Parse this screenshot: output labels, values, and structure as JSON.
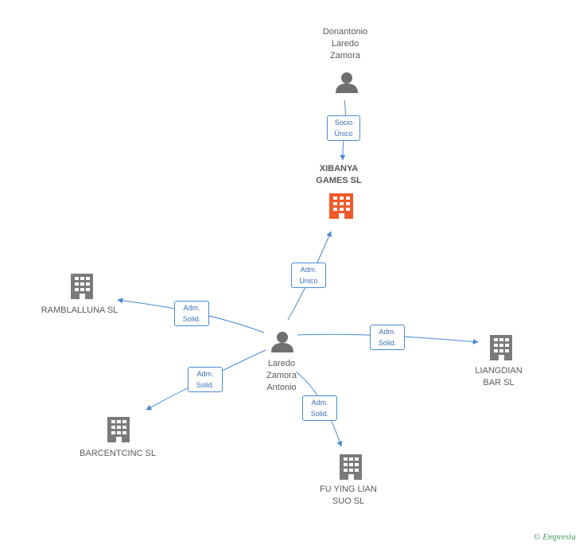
{
  "colors": {
    "edge": "#4a8ad4",
    "person": "#6f6f6f",
    "company": "#7a7a7a",
    "focus": "#f05a28",
    "brand": "#3a9a5a"
  },
  "nodes": [
    {
      "id": "donantonio",
      "type": "person",
      "label": "Donantonio\nLaredo\nZamora"
    },
    {
      "id": "xibanya",
      "type": "company-focus",
      "label": "XIBANYA\nGAMES SL"
    },
    {
      "id": "laredo",
      "type": "person",
      "label": "Laredo\nZamora\nAntonio"
    },
    {
      "id": "ramblalluna",
      "type": "company",
      "label": "RAMBLALLUNA SL"
    },
    {
      "id": "liangdian",
      "type": "company",
      "label": "LIANGDIAN\nBAR SL"
    },
    {
      "id": "barcentcinc",
      "type": "company",
      "label": "BARCENTCINC SL"
    },
    {
      "id": "fuying",
      "type": "company",
      "label": "FU YING LIAN\nSUO SL"
    }
  ],
  "edges": [
    {
      "from": "donantonio",
      "to": "xibanya",
      "label": "Socio\nÚnico"
    },
    {
      "from": "laredo",
      "to": "xibanya",
      "label": "Adm.\nUnico"
    },
    {
      "from": "laredo",
      "to": "ramblalluna",
      "label": "Adm.\nSolid."
    },
    {
      "from": "laredo",
      "to": "liangdian",
      "label": "Adm.\nSolid."
    },
    {
      "from": "laredo",
      "to": "barcentcinc",
      "label": "Adm.\nSolid."
    },
    {
      "from": "laredo",
      "to": "fuying",
      "label": "Adm.\nSolid."
    }
  ],
  "footer": {
    "copyright": "©",
    "brand": "Empresia"
  }
}
